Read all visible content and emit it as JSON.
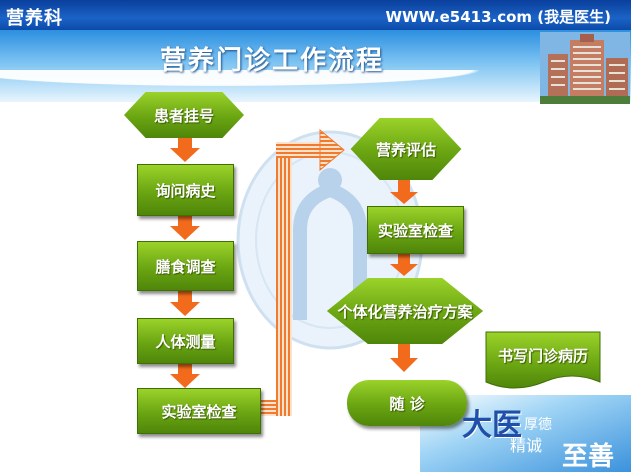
{
  "header": {
    "department": "营养科",
    "site": "WWW.e5413.com (我是医生)"
  },
  "title": "营养门诊工作流程",
  "left_column": [
    {
      "id": "start",
      "label": "患者挂号"
    },
    {
      "id": "ask",
      "label": "询问病史"
    },
    {
      "id": "diet",
      "label": "膳食调查"
    },
    {
      "id": "body",
      "label": "人体测量"
    },
    {
      "id": "lab1",
      "label": "实验室检查"
    }
  ],
  "right_column": [
    {
      "id": "eval",
      "label": "营养评估"
    },
    {
      "id": "lab2",
      "label": "实验室检查"
    },
    {
      "id": "plan",
      "label": "个体化营养治疗方案"
    },
    {
      "id": "follow",
      "label": "随  诊"
    }
  ],
  "record": {
    "label": "书写门诊病历"
  },
  "brand": {
    "line1": "大医",
    "line2": "精诚",
    "line3": "厚德",
    "line4": "至善"
  },
  "colors": {
    "node_green": "#6aa512",
    "arrow_orange": "#f26b1d",
    "header_blue": "#1b63c7"
  }
}
